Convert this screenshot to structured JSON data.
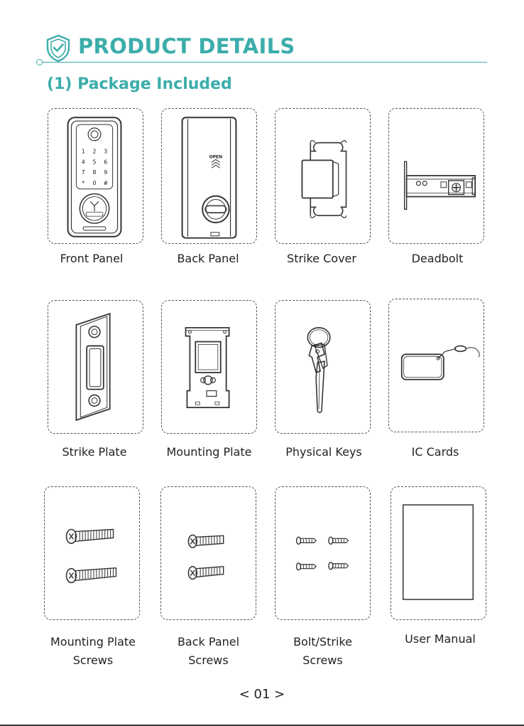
{
  "header": {
    "title": "PRODUCT DETAILS",
    "icon": "shield-check-icon",
    "accent_color": "#3cadaa"
  },
  "section": {
    "title": "(1) Package Included"
  },
  "items": [
    {
      "label_line1": "Front Panel",
      "label_line2": "",
      "icon": "front-panel-keypad-icon",
      "keys": [
        "1",
        "2",
        "3",
        "4",
        "5",
        "6",
        "7",
        "8",
        "9",
        "*",
        "0",
        "#"
      ]
    },
    {
      "label_line1": "Back Panel",
      "label_line2": "",
      "icon": "back-panel-icon",
      "open_text": "OPEN"
    },
    {
      "label_line1": "Strike Cover",
      "label_line2": "",
      "icon": "strike-cover-icon"
    },
    {
      "label_line1": "Deadbolt",
      "label_line2": "",
      "icon": "deadbolt-icon"
    },
    {
      "label_line1": "Strike Plate",
      "label_line2": "",
      "icon": "strike-plate-icon"
    },
    {
      "label_line1": "Mounting Plate",
      "label_line2": "",
      "icon": "mounting-plate-icon"
    },
    {
      "label_line1": "Physical Keys",
      "label_line2": "",
      "icon": "key-icon"
    },
    {
      "label_line1": "IC Cards",
      "label_line2": "",
      "icon": "ic-card-icon"
    },
    {
      "label_line1": "Mounting Plate",
      "label_line2": "Screws",
      "icon": "long-screws-icon"
    },
    {
      "label_line1": "Back Panel",
      "label_line2": "Screws",
      "icon": "medium-screws-icon"
    },
    {
      "label_line1": "Bolt/Strike",
      "label_line2": "Screws",
      "icon": "small-screws-icon"
    },
    {
      "label_line1": "User Manual",
      "label_line2": "",
      "icon": "manual-icon"
    }
  ],
  "footer": {
    "page_number": "< 01 >"
  }
}
